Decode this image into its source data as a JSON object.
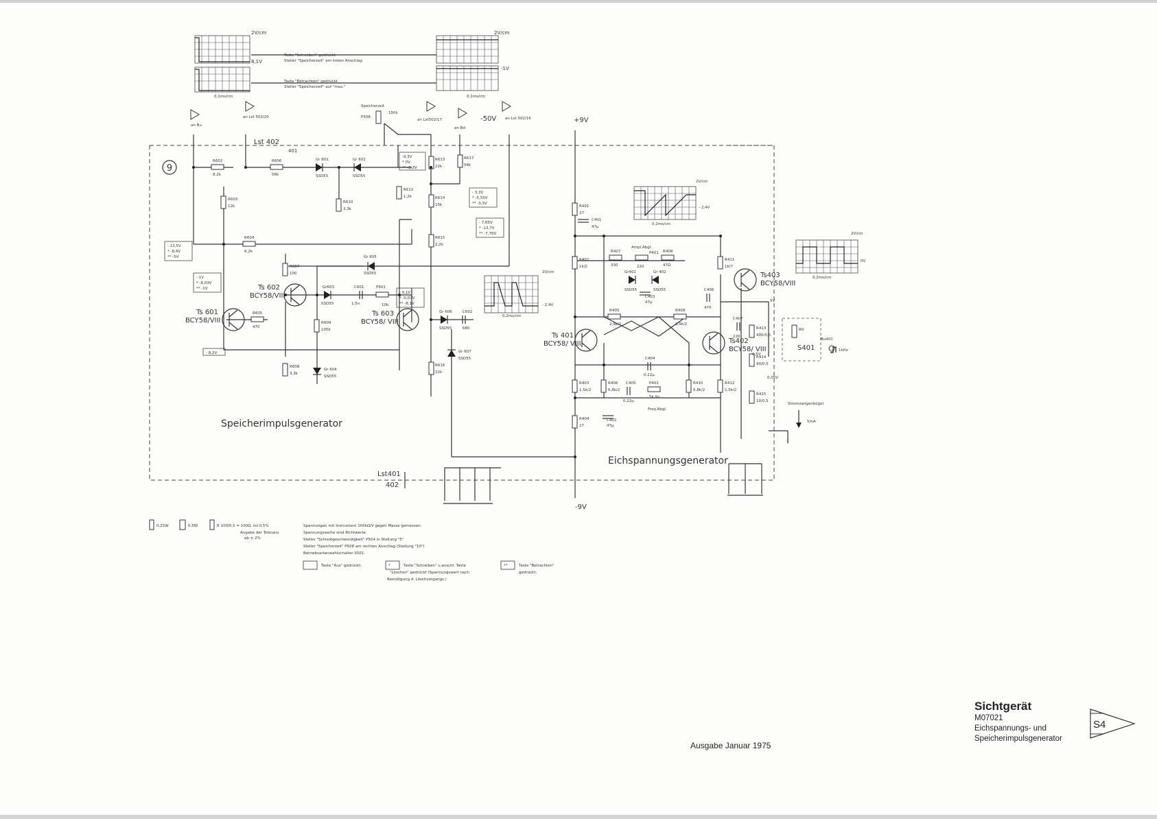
{
  "title_block": {
    "title": "Sichtgerät",
    "model": "M07021",
    "subtitle_line1": "Eichspannungs- und",
    "subtitle_line2": "Speicherimpulsgenerator",
    "page_code": "S4"
  },
  "edition": "Ausgabe Januar 1975",
  "sheet_number": "9",
  "sections": {
    "left": "Speicherimpulsgenerator",
    "right": "Eichspannungsgenerator"
  },
  "connectors": {
    "top": "Lst 402",
    "top_sub": "401",
    "bottom": "Lst401",
    "bottom_sub": "402",
    "an_lst_502": "an Lst 502/20",
    "an_lst_517": "an Lst502/17",
    "an_lst_516": "an Lst 502/16",
    "an_bu": "an Bu",
    "an_bd": "an Bd"
  },
  "supplies": {
    "plus": "+9V",
    "minus": "-9V",
    "neg50": "-50V"
  },
  "transistors": {
    "ts601": "Ts 601",
    "ts601_type": "BCY58/VIII",
    "ts602": "Ts 602",
    "ts602_type": "BCY58/VIII",
    "ts603": "Ts 603",
    "ts603_type": "BCY58/ VIII",
    "ts401": "Ts 401",
    "ts401_type": "BCY58/ VIII",
    "ts402": "Ts402",
    "ts402_type": "BCY58/ VIII",
    "ts403": "Ts403",
    "ts403_type": "BCY58/VIII"
  },
  "resistors": [
    {
      "name": "R602",
      "value": "8,2k"
    },
    {
      "name": "R606",
      "value": "56k"
    },
    {
      "name": "R603",
      "value": "12k"
    },
    {
      "name": "R604",
      "value": "8,2k"
    },
    {
      "name": "R610",
      "value": "3,3k"
    },
    {
      "name": "R612",
      "value": "1,2k"
    },
    {
      "name": "R613",
      "value": "22k"
    },
    {
      "name": "R617",
      "value": "56k"
    },
    {
      "name": "R614",
      "value": "15k"
    },
    {
      "name": "R615",
      "value": "2,2k"
    },
    {
      "name": "R607",
      "value": "100"
    },
    {
      "name": "R605",
      "value": "470"
    },
    {
      "name": "R609",
      "value": "100k"
    },
    {
      "name": "R608",
      "value": "3,3k"
    },
    {
      "name": "R616",
      "value": "22k"
    },
    {
      "name": "R401",
      "value": "27"
    },
    {
      "name": "R402",
      "value": "1k/2"
    },
    {
      "name": "R405",
      "value": "2,9k/2"
    },
    {
      "name": "R409",
      "value": "3,9k/2"
    },
    {
      "name": "R411",
      "value": "1k/7"
    },
    {
      "name": "R403",
      "value": "1,5k/2"
    },
    {
      "name": "R404",
      "value": "27"
    },
    {
      "name": "R406",
      "value": "6,8k/2"
    },
    {
      "name": "R410",
      "value": "6,8k/2"
    },
    {
      "name": "R412",
      "value": "1,5k/2"
    },
    {
      "name": "R413",
      "value": "400/0,5"
    },
    {
      "name": "R414",
      "value": "90/0,5"
    },
    {
      "name": "R415",
      "value": "10/0,5"
    },
    {
      "name": "R408",
      "value": "47Ω"
    },
    {
      "name": "R407",
      "value": "330"
    }
  ],
  "diodes": [
    {
      "name": "Gr 601",
      "type": "SSD55"
    },
    {
      "name": "Gr 602",
      "type": "SSD55"
    },
    {
      "name": "Gr 605",
      "type": "SSD55"
    },
    {
      "name": "Gr603",
      "type": "SSD55"
    },
    {
      "name": "Gr 606",
      "type": "SSD55"
    },
    {
      "name": "Gr 604",
      "type": "SSD55"
    },
    {
      "name": "Gr 607",
      "type": "SSD55"
    },
    {
      "name": "Gr401",
      "type": "SSD55"
    },
    {
      "name": "Gr 402",
      "type": "SSD55"
    }
  ],
  "capacitors": [
    {
      "name": "C601",
      "value": "1,5n"
    },
    {
      "name": "C602",
      "value": "680"
    },
    {
      "name": "C401",
      "value": "47µ"
    },
    {
      "name": "C403",
      "value": "47µ"
    },
    {
      "name": "C404",
      "value": "0,22µ"
    },
    {
      "name": "C405",
      "value": "0,22µ"
    },
    {
      "name": "C402",
      "value": "47µ"
    },
    {
      "name": "C406",
      "value": "470"
    },
    {
      "name": "C407",
      "value": "220"
    }
  ],
  "pots": {
    "p508": "P508",
    "p508_label": "Speicherzeit",
    "p508_value": "100k",
    "p601": "P601",
    "p601_value": "10k",
    "p401": "P401",
    "p401_value": "220",
    "p401_label": "Ampl.Abgl.",
    "p402": "P402",
    "p402_value": "5k lin",
    "p402_label": "Freq.Abgl."
  },
  "scopes": [
    {
      "scale": "2V/cm",
      "time": "0,1ms/cm",
      "level": "8,1V"
    },
    {
      "scale": "2V/cm",
      "time": "0,1ms/cm",
      "level": "-1V"
    },
    {
      "scale": "2V/cm",
      "time": "0,2ms/cm",
      "level": "- 2,4V"
    },
    {
      "scale": "2V/cm",
      "time": "0,2ms/cm",
      "level": "- 2,4V"
    },
    {
      "scale": "2V/cm",
      "time": "0,2ms/cm",
      "level": "0V"
    }
  ],
  "scope_notes": {
    "note1_a": "Taste \"Schreiben\" gedrückt.",
    "note1_b": "Steller \"Speicherzeit\" am linken Anschlag",
    "note2_a": "Taste \"Betrachten\" gedrückt.",
    "note2_b": "Steller \"Speicherzeit\" auf \"max.\""
  },
  "voltage_boxes": {
    "b1": [
      "-9,3V",
      "* 0V",
      "** -8,3V"
    ],
    "b2": [
      "- 3,3V",
      "* -5,55V",
      "** -3,3V"
    ],
    "b3": [
      "- 7,65V",
      "* -13,7V",
      "** -7,76V"
    ],
    "b4": [
      "- 13,5V",
      "* -8,4V",
      "** -5V"
    ],
    "b5": [
      "- 1V",
      "* -8,03V",
      "** -1V"
    ],
    "b6": [
      "- 8,2V"
    ],
    "b7": [
      "- 0,1V",
      "* -0,03V",
      "** -8,1V"
    ]
  },
  "switch": {
    "name": "S401",
    "output": "Bu401",
    "freq": "1kHz",
    "range1": "5V",
    "range2": "0,5V",
    "range3": "0,05V",
    "clip": "Stromzangenbügel",
    "current": "5mA"
  },
  "legend": {
    "r025": "0,25W",
    "r05": "0,5W",
    "rtol": "R 100/0,5 = 100Ω, tol 0,5%",
    "tol_a": "Angabe der Toleranz",
    "tol_b": "ab ± 2%",
    "notes": [
      "Spannungen mit Instrument 100kΩ/V gegen Masse gemessen.",
      "Spannungswerte sind Richtwerte.",
      "Steller \"Schreibgeschwindigkeit\" P504 in Stellung \"5\"",
      "Steller \"Speicherzeit\" P508 am rechten Anschlag (Stellung \"10\")",
      "Betriebsartenwahlschalter S501."
    ],
    "box_none": "Taste \"Aus\" gedrückt.",
    "box_star_a": "Taste \"Schreiben\" u.anschl. Taste",
    "box_star_b": "\"Löschen\" gedrückt (Spannungswert nach",
    "box_star_c": "Beendigung d. Löschvorgangs.)",
    "box_dstar_a": "Taste \"Betrachten\"",
    "box_dstar_b": "gedrückt."
  }
}
